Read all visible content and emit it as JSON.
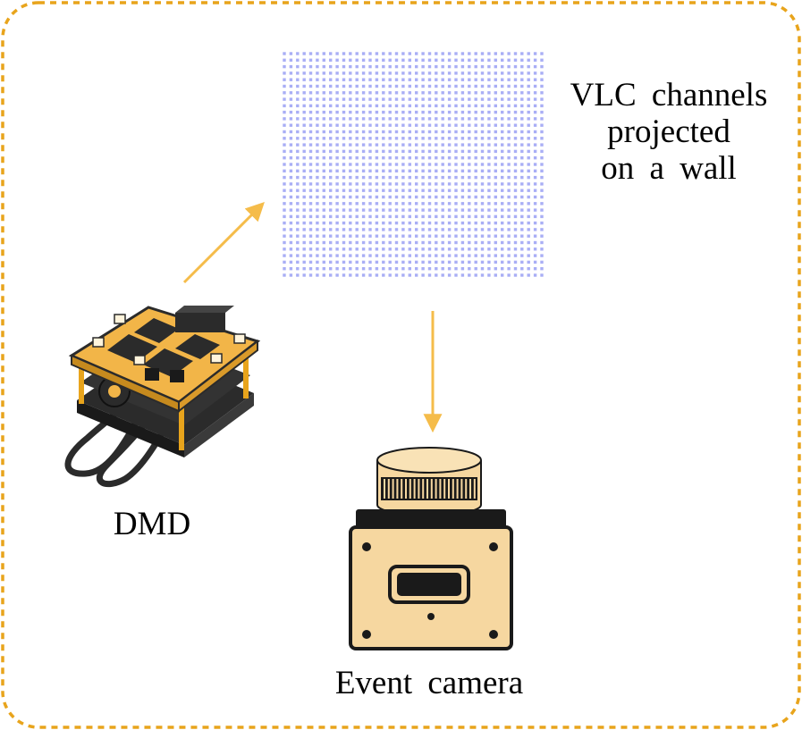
{
  "labels": {
    "wall_lines": [
      "VLC channels",
      "projected",
      "on a wall"
    ],
    "dmd": "DMD",
    "camera": "Event camera"
  },
  "colors": {
    "frame_border": "#E8A41C",
    "arrow": "#F5BC4A",
    "grid_dot": "#A9AEF5",
    "board": "#F2B548",
    "board_dark": "#2B2B2B",
    "camera_body": "#F6D7A0",
    "camera_dark": "#1A1A1A"
  },
  "grid": {
    "rows": 35,
    "cols": 40
  },
  "icons": {
    "dmd": "dmd-board-icon",
    "camera": "event-camera-icon"
  }
}
